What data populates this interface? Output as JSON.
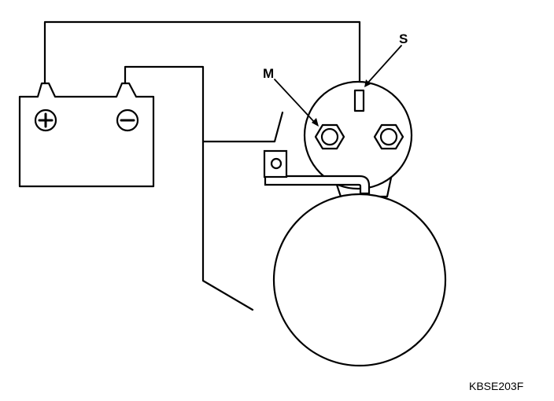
{
  "labels": {
    "solenoid_s_terminal": "S",
    "solenoid_m_terminal": "M"
  },
  "figure_code": "KBSE203F",
  "symbols": {
    "positive_terminal": "plus-sign",
    "negative_terminal": "minus-sign"
  }
}
